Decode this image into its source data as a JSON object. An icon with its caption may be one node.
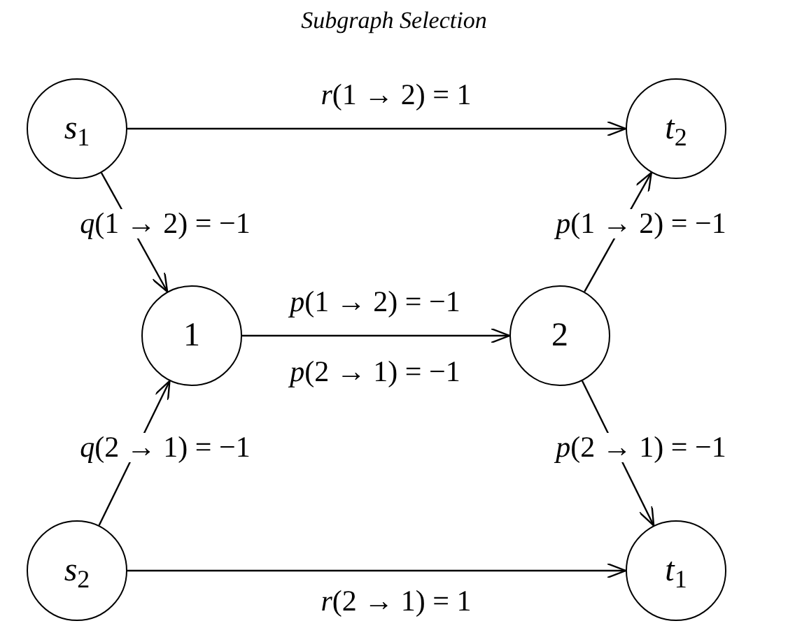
{
  "diagram": {
    "title": "Subgraph Selection",
    "nodes": [
      {
        "text": [
          "*s*$_{1}$"
        ]
      },
      {
        "text": [
          "*t*$_{2}$"
        ]
      },
      {
        "text": [
          "1"
        ]
      },
      {
        "text": [
          "2"
        ]
      },
      {
        "text": [
          "*s*$_{2}$"
        ]
      },
      {
        "text": [
          "*t*$_{1}$"
        ]
      }
    ],
    "edges": [
      {
        "from": 0,
        "to": 1,
        "arrow": "to",
        "label": "*r*(1 → 2) = 1"
      },
      {
        "from": 0,
        "to": 2,
        "arrow": "to",
        "label": "*q*(1 → 2) = −1"
      },
      {
        "from": 2,
        "to": 3,
        "arrow": "to",
        "label": "*p*(1 → 2) = −1"
      },
      {
        "from": 4,
        "to": 2,
        "arrow": "to",
        "label": "*q*(2 → 1) = −1"
      },
      {
        "from": 4,
        "to": 5,
        "arrow": "to",
        "label": "*r*(2 → 1) = 1"
      },
      {
        "from": 3,
        "to": 1,
        "arrow": "to",
        "label": "*p*(1 → 2) = −1"
      },
      {
        "from": 3,
        "to": 5,
        "arrow": "to",
        "label": "*p*(2 → 1) = −1"
      }
    ],
    "labels": [
      "*p*(2 → 1) = −1"
    ]
  }
}
